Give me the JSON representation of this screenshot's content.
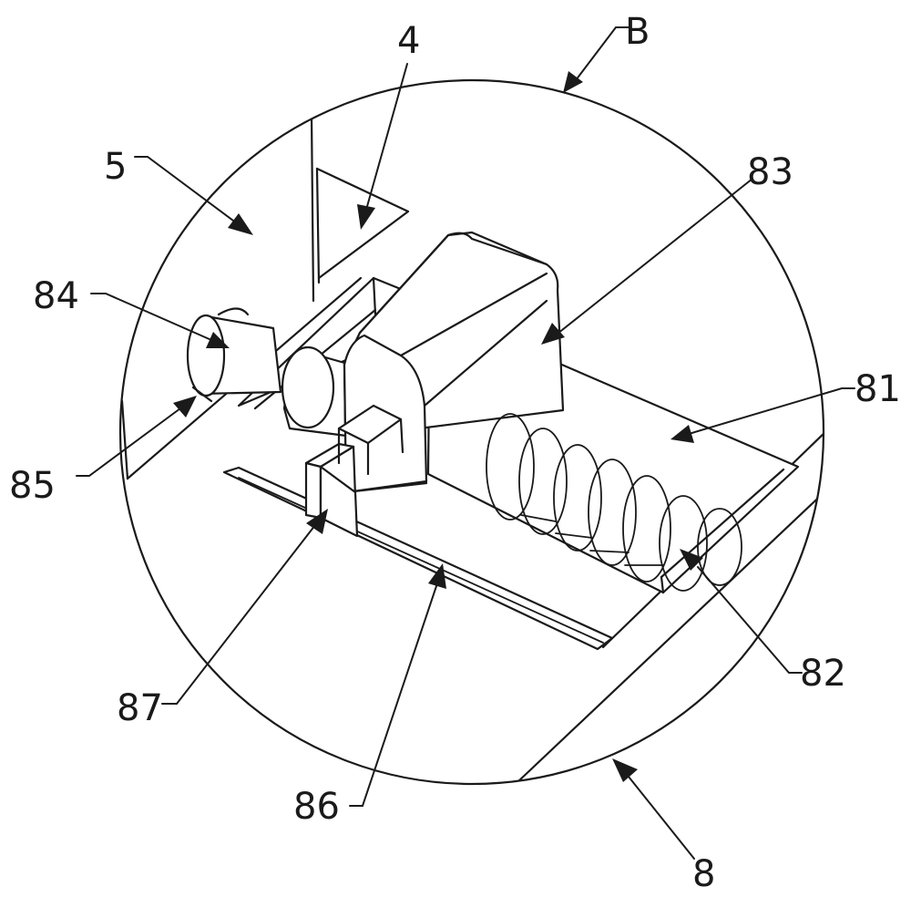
{
  "figure": {
    "detail_letter": "B",
    "labels": {
      "l4": "4",
      "l5": "5",
      "l8": "8",
      "l81": "81",
      "l82": "82",
      "l83": "83",
      "l84": "84",
      "l85": "85",
      "l86": "86",
      "l87": "87"
    }
  }
}
